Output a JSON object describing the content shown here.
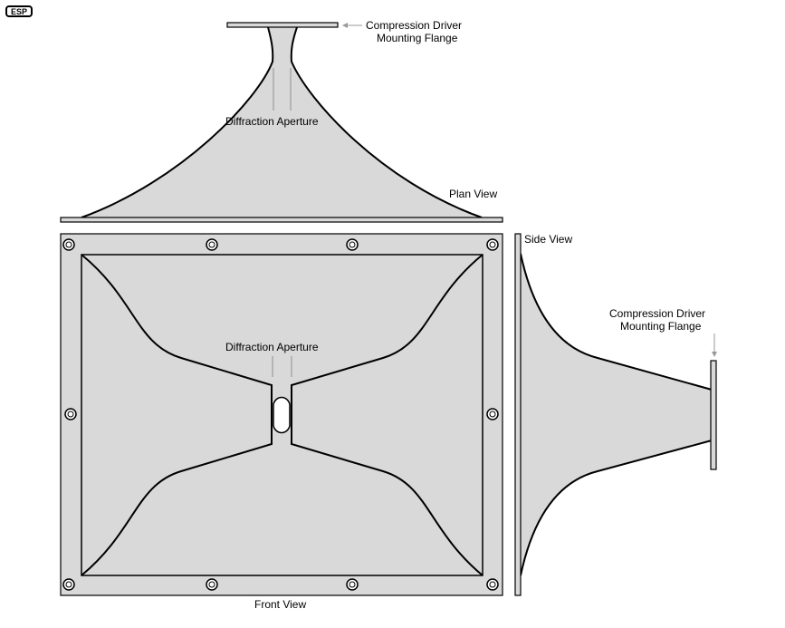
{
  "logo": "ESP",
  "labels": {
    "plan_flange_line1": "Compression Driver",
    "plan_flange_line2": "Mounting Flange",
    "plan_aperture": "Diffraction Aperture",
    "plan_view": "Plan View",
    "side_view": "Side View",
    "side_flange_line1": "Compression Driver",
    "side_flange_line2": "Mounting Flange",
    "front_aperture": "Diffraction Aperture",
    "front_view": "Front View"
  },
  "colors": {
    "fill": "#d9d9d9",
    "line": "#000000",
    "guide": "#a8a8a8"
  }
}
